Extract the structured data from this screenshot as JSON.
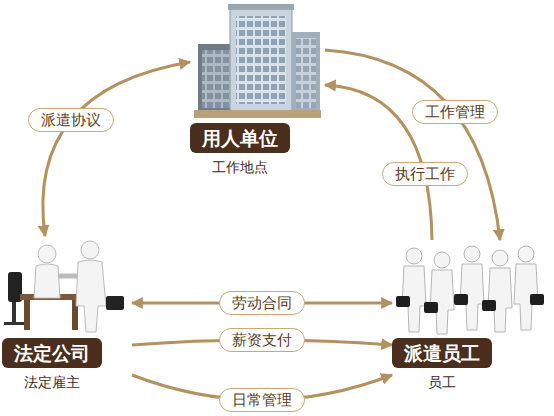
{
  "diagram": {
    "nodes": [
      {
        "text": [
          "用人单位",
          "工作地点"
        ]
      },
      {
        "text": [
          "法定公司",
          "法定雇主"
        ]
      },
      {
        "text": [
          "派遣员工",
          "员工"
        ]
      }
    ],
    "edges": [
      {
        "from": 1,
        "to": 0,
        "label": "派遣协议",
        "arrow": "both"
      },
      {
        "from": 0,
        "to": 2,
        "label": "工作管理",
        "arrow": "to"
      },
      {
        "from": 2,
        "to": 0,
        "label": "执行工作",
        "arrow": "to"
      },
      {
        "from": 1,
        "to": 2,
        "label": "劳动合同",
        "arrow": "both"
      },
      {
        "from": 1,
        "to": 2,
        "label": "薪资支付",
        "arrow": "to"
      },
      {
        "from": 1,
        "to": 2,
        "label": "日常管理",
        "arrow": "to"
      }
    ]
  }
}
